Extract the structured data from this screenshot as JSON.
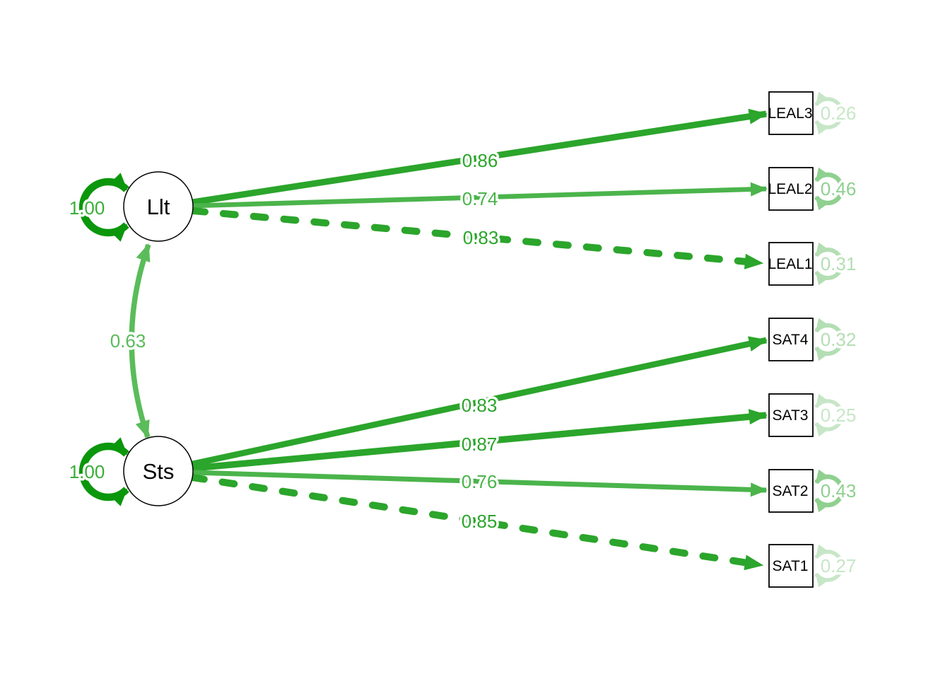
{
  "diagram": {
    "type": "sem-path-diagram",
    "latents": [
      {
        "id": "Llt",
        "label": "Llt",
        "variance_label": "1.00",
        "variance": 1.0
      },
      {
        "id": "Sts",
        "label": "Sts",
        "variance_label": "1.00",
        "variance": 1.0
      }
    ],
    "covariance": {
      "from": "Llt",
      "to": "Sts",
      "label": "0.63",
      "value": 0.63
    },
    "manifests": [
      {
        "id": "LEAL3",
        "label": "LEAL3",
        "residual_label": "0.26",
        "residual": 0.26
      },
      {
        "id": "LEAL2",
        "label": "LEAL2",
        "residual_label": "0.46",
        "residual": 0.46
      },
      {
        "id": "LEAL1",
        "label": "LEAL1",
        "residual_label": "0.31",
        "residual": 0.31
      },
      {
        "id": "SAT4",
        "label": "SAT4",
        "residual_label": "0.32",
        "residual": 0.32
      },
      {
        "id": "SAT3",
        "label": "SAT3",
        "residual_label": "0.25",
        "residual": 0.25
      },
      {
        "id": "SAT2",
        "label": "SAT2",
        "residual_label": "0.43",
        "residual": 0.43
      },
      {
        "id": "SAT1",
        "label": "SAT1",
        "residual_label": "0.27",
        "residual": 0.27
      }
    ],
    "loadings": [
      {
        "from": "Llt",
        "to": "LEAL3",
        "label": "0.86",
        "value": 0.86,
        "style": "solid"
      },
      {
        "from": "Llt",
        "to": "LEAL2",
        "label": "0.74",
        "value": 0.74,
        "style": "solid"
      },
      {
        "from": "Llt",
        "to": "LEAL1",
        "label": "0.83",
        "value": 0.83,
        "style": "dashed"
      },
      {
        "from": "Sts",
        "to": "SAT4",
        "label": "0.83",
        "value": 0.83,
        "style": "solid"
      },
      {
        "from": "Sts",
        "to": "SAT3",
        "label": "0.87",
        "value": 0.87,
        "style": "solid"
      },
      {
        "from": "Sts",
        "to": "SAT2",
        "label": "0.76",
        "value": 0.76,
        "style": "solid"
      },
      {
        "from": "Sts",
        "to": "SAT1",
        "label": "0.85",
        "value": 0.85,
        "style": "dashed"
      }
    ],
    "colors": {
      "variance_loop": "#0b970b",
      "variance_label": "#39af39",
      "edge_strong": "#2ba52b",
      "edge_medium": "#4bb44b",
      "covariance": "#5abc5a",
      "residual_dark": "#8fd08f",
      "residual_mid": "#b3deb3",
      "residual_light": "#c7e6c7",
      "node_border": "#000000",
      "background": "#ffffff"
    }
  }
}
